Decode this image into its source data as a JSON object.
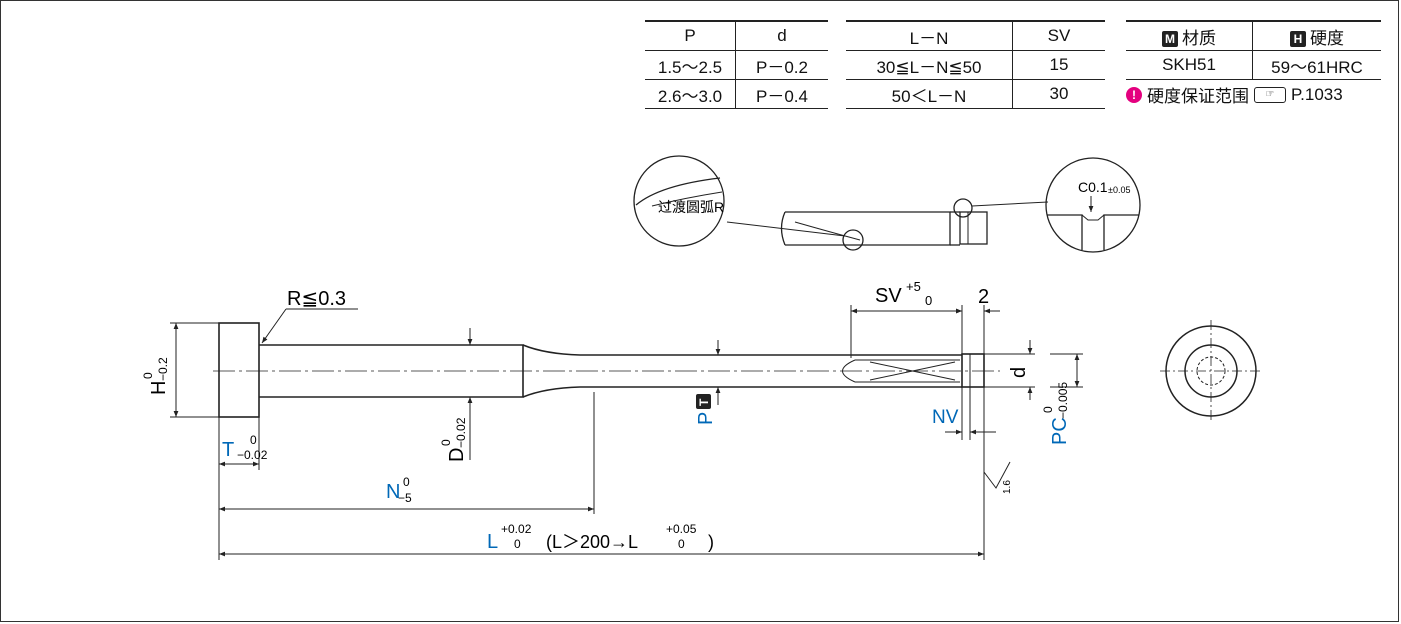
{
  "table_pd": {
    "headers": [
      "P",
      "d"
    ],
    "rows": [
      [
        "1.5～2.5",
        "P－0.2"
      ],
      [
        "2.6～3.0",
        "P－0.4"
      ]
    ]
  },
  "table_ln": {
    "headers": [
      "L－N",
      "SV"
    ],
    "rows": [
      [
        "30≦L－N≦50",
        "15"
      ],
      [
        "50＜L－N",
        "30"
      ]
    ]
  },
  "material_table": {
    "material_badge": "M",
    "material_header": "材质",
    "hardness_badge": "H",
    "hardness_header": "硬度",
    "material_value": "SKH51",
    "hardness_value": "59～61HRC"
  },
  "hardness_note": {
    "text": "硬度保证范围",
    "ref": "P.1033"
  },
  "detail_labels": {
    "fillet": "过渡圆弧R",
    "chamfer": "C0.1",
    "chamfer_tol": "±0.05"
  },
  "dimensions": {
    "r": "R≦0.3",
    "sv": "SV",
    "sv_tol_upper": "+5",
    "sv_tol_lower": "0",
    "gap": "2",
    "h": "H",
    "h_tol_upper": "0",
    "h_tol_lower": "−0.2",
    "d_big": "D",
    "d_big_tol_upper": "0",
    "d_big_tol_lower": "−0.02",
    "p": "P",
    "p_badge": "T",
    "d_small": "d",
    "pc": "PC",
    "pc_tol_upper": "0",
    "pc_tol_lower": "−0.005",
    "nv": "NV",
    "t": "T",
    "t_tol_upper": "0",
    "t_tol_lower": "−0.02",
    "n": "N",
    "n_tol_upper": "0",
    "n_tol_lower": "−5",
    "l": "L",
    "l_tol_upper": "+0.02",
    "l_tol_lower": "0",
    "l_note": "(L＞200→L",
    "l_note_tol_upper": "+0.05",
    "l_note_tol_lower": "0",
    "l_note_end": ")",
    "roughness": "1.6"
  },
  "colors": {
    "accent_blue": "#0068b7",
    "warning_pink": "#e4007f",
    "line": "#222222"
  }
}
